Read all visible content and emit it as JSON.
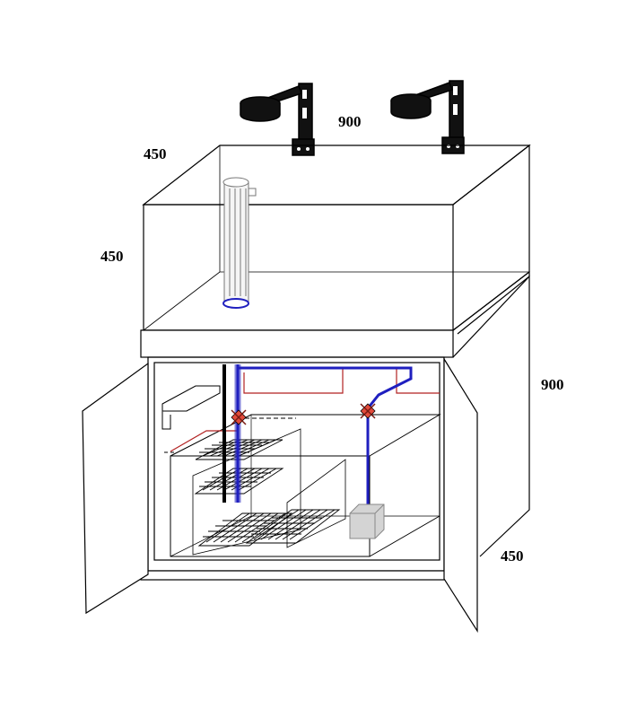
{
  "dimensions": {
    "tank_width": "900",
    "tank_depth": "450",
    "tank_height": "450",
    "stand_height": "900",
    "stand_depth": "450"
  },
  "colors": {
    "outline": "#000000",
    "return_pipe": "#1f1fbf",
    "drain_pipe": "#b22222",
    "valve_fill": "#e24a3b",
    "pump": "#cfcfcf",
    "light_housing": "#111111"
  },
  "components": [
    "led-light-fixture",
    "overflow-box",
    "aquarium-tank",
    "cabinet-stand",
    "open-doors",
    "sump-filter",
    "return-pipe",
    "drain-pipes",
    "ball-valves",
    "return-pump",
    "filter-trays",
    "dosing-shelf"
  ]
}
